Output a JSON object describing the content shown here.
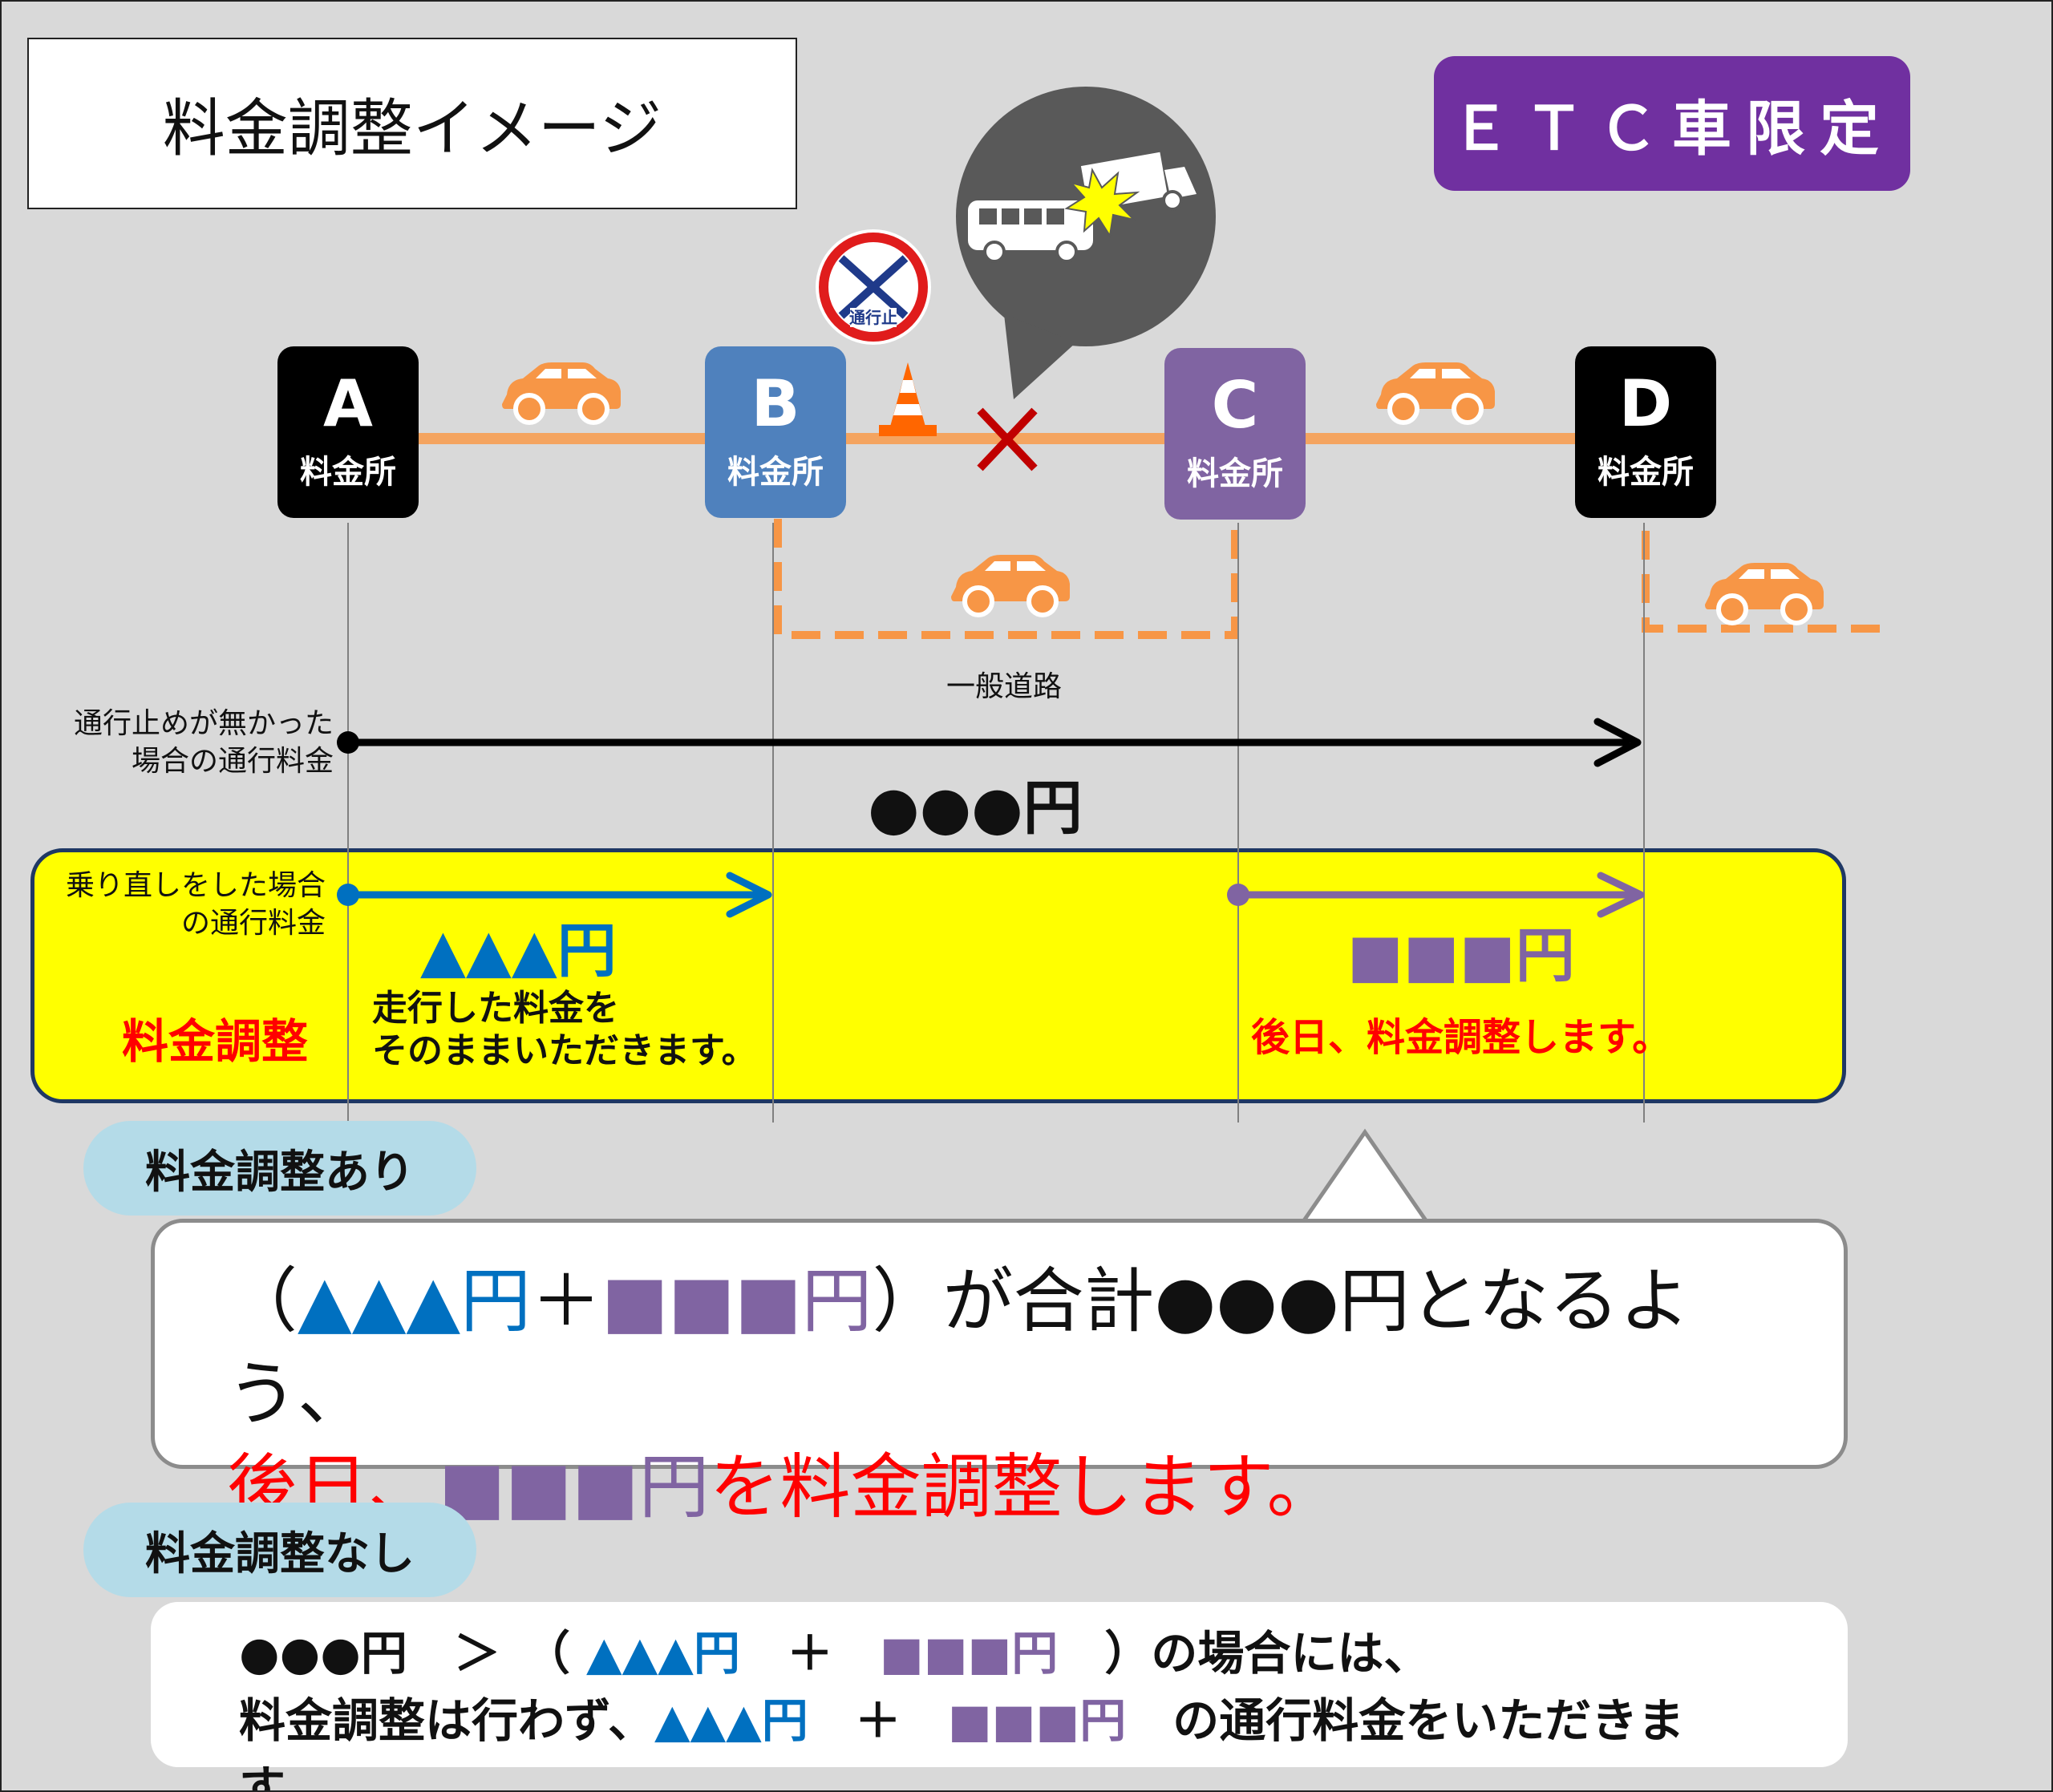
{
  "header": {
    "title": "料金調整イメージ",
    "badge": "ＥＴＣ車限定"
  },
  "colors": {
    "road": "#f4a460",
    "car": "#f79646",
    "toll_dark": "#000000",
    "toll_b": "#4f81bd",
    "toll_c": "#8064a2",
    "panel": "#ffff00",
    "accent_red": "#ff0000",
    "badge": "#7030a0",
    "blue": "#0070c0",
    "purple": "#8064a2"
  },
  "tolls": [
    {
      "letter": "A",
      "kind": "料金所"
    },
    {
      "letter": "B",
      "kind": "料金所"
    },
    {
      "letter": "C",
      "kind": "料金所"
    },
    {
      "letter": "D",
      "kind": "料金所"
    }
  ],
  "icons": {
    "no_entry_sign": "no-entry-sign-icon",
    "no_entry_text": "通行止",
    "cone": "traffic-cone-icon",
    "cross": "blocked-cross-icon",
    "accident": "vehicle-collision-icon",
    "car": "car-icon"
  },
  "labels": {
    "general_road": "一般道路",
    "no_closure_line1": "通行止めが無かった",
    "no_closure_line2": "場合の通行料金",
    "normal_fare": "●●●円",
    "rejoin_line1": "乗り直しをした場合",
    "rejoin_line2": "の通行料金",
    "fare_ab": "▲▲▲円",
    "fare_cd": "■■■円",
    "adjust_label": "料金調整",
    "note_ab_line1": "走行した料金を",
    "note_ab_line2": "そのままいただきます。",
    "note_cd": "後日、料金調整します。"
  },
  "with_adjust": {
    "pill": "料金調整あり",
    "l1_open": "（",
    "l1_tri": "▲▲▲円",
    "l1_plus": "＋",
    "l1_sq": "■■■円",
    "l1_rest": "）が合計●●●円となるよう、",
    "l2_red1": "後日、",
    "l2_sq": "■■■円",
    "l2_red2": "を料金調整します。"
  },
  "without_adjust": {
    "pill": "料金調整なし",
    "l1_a": "●●●円　＞　（",
    "l1_tri": "▲▲▲円",
    "l1_plus": "＋",
    "l1_sq": "■■■円",
    "l1_b": "）の場合には、",
    "l2_a": "料金調整は行わず、",
    "l2_tri": "▲▲▲円",
    "l2_plus": "＋",
    "l2_sq": "■■■円",
    "l2_b": "の通行料金をいただきます。"
  }
}
